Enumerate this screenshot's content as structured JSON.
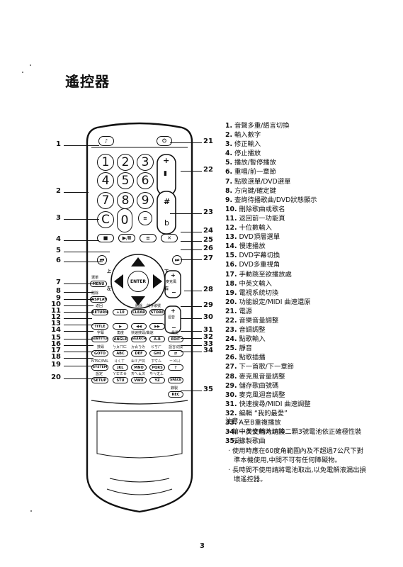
{
  "title": "遙控器",
  "page_number": "3",
  "legend": [
    {
      "num": "1.",
      "text": "音聲多重/語言切換"
    },
    {
      "num": "2.",
      "text": "輸入數字"
    },
    {
      "num": "3.",
      "text": "修正輸入"
    },
    {
      "num": "4.",
      "text": "停止播放"
    },
    {
      "num": "5.",
      "text": "播放/暫停播放"
    },
    {
      "num": "6.",
      "text": "重唱/前一章節"
    },
    {
      "num": "7.",
      "text": "點歌選單/DVD選單"
    },
    {
      "num": "8.",
      "text": "方向鍵/確定鍵"
    },
    {
      "num": "9.",
      "text": "查詢待播歌曲/DVD狀態顯示"
    },
    {
      "num": "10.",
      "text": "刪除歌曲或歌名"
    },
    {
      "num": "11.",
      "text": "返回前一功能頁"
    },
    {
      "num": "12.",
      "text": "十位數輸入"
    },
    {
      "num": "13.",
      "text": "DVD頂層選單"
    },
    {
      "num": "14.",
      "text": "慢速播放"
    },
    {
      "num": "15.",
      "text": "DVD字幕切換"
    },
    {
      "num": "16.",
      "text": "DVD多重視角"
    },
    {
      "num": "17.",
      "text": "手動跳至欲播放處"
    },
    {
      "num": "18.",
      "text": "中英文輸入"
    },
    {
      "num": "19.",
      "text": "電視系統切換"
    },
    {
      "num": "20.",
      "text": "功能設定/MIDI 曲速還原"
    },
    {
      "num": "21.",
      "text": "電源"
    },
    {
      "num": "22.",
      "text": "音樂音量調整"
    },
    {
      "num": "23.",
      "text": "音調調整"
    },
    {
      "num": "24.",
      "text": "點歌輸入"
    },
    {
      "num": "25.",
      "text": "靜音"
    },
    {
      "num": "26.",
      "text": "點歌插播"
    },
    {
      "num": "27.",
      "text": "下一首歌/下一章節"
    },
    {
      "num": "28.",
      "text": "麥克風音量調整"
    },
    {
      "num": "29.",
      "text": "儲存歌曲號碼"
    },
    {
      "num": "30.",
      "text": "麥克風迴音調整"
    },
    {
      "num": "31.",
      "text": "快速搜尋/MIDI 曲速調整"
    },
    {
      "num": "32.",
      "text": "編輯 “我的最愛”"
    },
    {
      "num": "33.",
      "text": "A至B重複播放"
    },
    {
      "num": "34.",
      "text": "中英文輸入切換"
    },
    {
      "num": "35.",
      "text": "錄製歌曲"
    }
  ],
  "notes": {
    "heading": "注意:",
    "items": [
      "第一次使用時請將二顆3號電池依正確極性裝妥。",
      "使用時應在60度角範圍內及不超過7公尺下對準本機使用,中間不可有任何障礙物。",
      "長時間不使用請將電池取出,以免電解液漏出損壞遙控器。"
    ]
  },
  "callouts_left": [
    "1",
    "2",
    "3",
    "4",
    "5",
    "6",
    "7",
    "8",
    "9",
    "10",
    "11",
    "12",
    "13",
    "14",
    "15",
    "16",
    "17",
    "18",
    "19",
    "20"
  ],
  "callouts_right": [
    "21",
    "22",
    "23",
    "24",
    "25",
    "26",
    "27",
    "28",
    "29",
    "30",
    "31",
    "32",
    "33",
    "34",
    "35"
  ],
  "remote": {
    "digits": [
      "1",
      "2",
      "3",
      "4",
      "5",
      "6",
      "7",
      "8",
      "9",
      "0"
    ],
    "clear_key": "C",
    "vol_plus": "+",
    "sharp": "#",
    "flat": "b",
    "enter": "ENTER",
    "dir_up": "上",
    "dir_left": "左",
    "dir_right": "右",
    "dir_down": "下",
    "labels": {
      "menu_top": "選單",
      "menu": "MENU",
      "delete_top": "刪除",
      "display": "DISPLAY",
      "return_top": "返回",
      "return": "RETURN",
      "plus10": "+10",
      "clear_top": "刪除",
      "clear": "CLEAR",
      "store_top": "儲存歌號",
      "store": "STORE",
      "mic_vol": "麥克風",
      "echo": "迴音",
      "title": "TITLE",
      "subtitle_top": "字幕",
      "subtitle": "SUBTITLE",
      "angle_top": "角度",
      "angle": "ANGLE",
      "search_top": "快速搜尋/曲速",
      "search": "SEARCH",
      "ab": "A-B",
      "edit_top": "最愛",
      "edit": "EDIT",
      "goto_top": "搜尋",
      "goto": "GOTO",
      "abc_top": "ㄅㄆㄇㄈ",
      "abc": "ABC",
      "def_top": "ㄉㄊㄋㄌ",
      "def": "DEF",
      "ghi_top": "ㄍㄎㄏ",
      "ghi": "GHI",
      "lang_top": "語言切換",
      "ntsc_top": "NTSC/PAL",
      "system": "SYSTEM",
      "jkl_top": "ㄐㄑㄒ",
      "jkl": "JKL",
      "mno_top": "ㄓㄔㄕㄖ",
      "mno": "MNO",
      "pqr_top": "ㄗㄘㄙ",
      "pqr": "PQRS",
      "space_top": "ㄧㄨㄩ",
      "setup_top": "設定",
      "setup": "SETUP",
      "stu_top": "ㄚㄛㄜㄝ",
      "stu": "STU",
      "vwx_top": "ㄞㄟㄠㄡ",
      "vwx": "VWX",
      "yz_top": "ㄢㄣㄤㄥ",
      "yz": "YZ",
      "space": "SPACE",
      "rec_top": "錄製",
      "rec": "REC"
    }
  }
}
